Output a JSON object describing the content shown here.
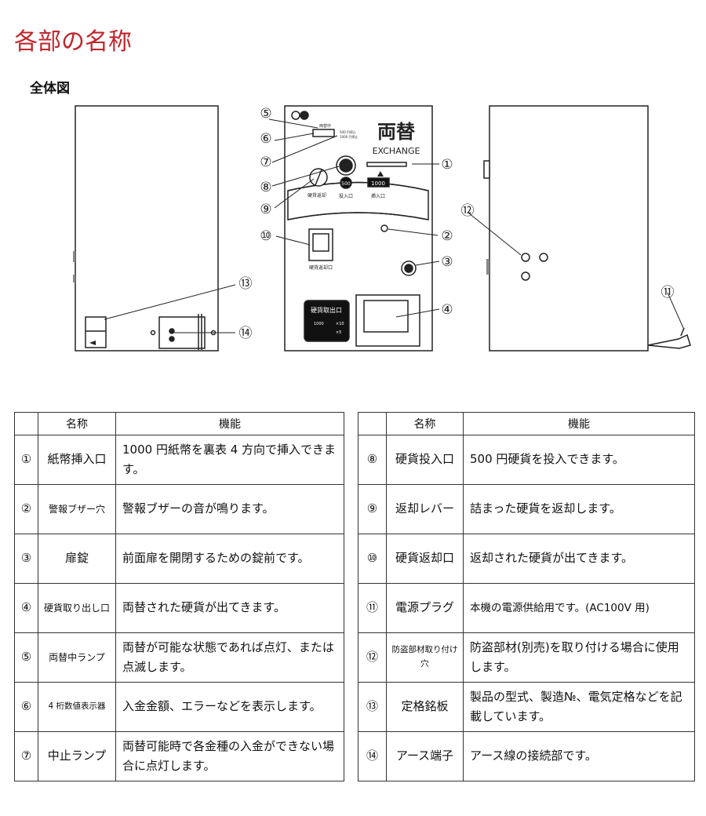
{
  "header": {
    "title": "各部の名称",
    "subtitle": "全体図"
  },
  "diagram": {
    "panel_title": "両替",
    "panel_subtitle": "EXCHANGE",
    "bill_label": "1000",
    "bill_slot_caption": "挿入口",
    "coin_label": "500",
    "coin_slot_caption": "投入口",
    "lever_caption": "硬貨返却",
    "return_caption": "硬貨返却口",
    "payout_title": "硬貨取出口",
    "payout_row1_from": "1000",
    "payout_row1_to": "×10",
    "payout_row2_to": "×5",
    "lamp_line1": "両替中",
    "lamp_line2": "500 円停止",
    "lamp_line3": "1000 円停止",
    "callouts": [
      "①",
      "②",
      "③",
      "④",
      "⑤",
      "⑥",
      "⑦",
      "⑧",
      "⑨",
      "⑩",
      "⑪",
      "⑫",
      "⑬",
      "⑭"
    ]
  },
  "table_headers": {
    "blank": "",
    "name": "名称",
    "function": "機能"
  },
  "table_left": [
    {
      "num": "①",
      "name": "紙幣挿入口",
      "func": "1000 円紙幣を裏表 4 方向で挿入できます。"
    },
    {
      "num": "②",
      "name": "警報ブザー穴",
      "func": "警報ブザーの音が鳴ります。"
    },
    {
      "num": "③",
      "name": "扉錠",
      "func": "前面扉を開閉するための錠前です。"
    },
    {
      "num": "④",
      "name": "硬貨取り出し口",
      "func": "両替された硬貨が出てきます。"
    },
    {
      "num": "⑤",
      "name": "両替中ランプ",
      "func": "両替が可能な状態であれば点灯、または点滅します。"
    },
    {
      "num": "⑥",
      "name": "4 桁数値表示器",
      "func": "入金金額、エラーなどを表示します。"
    },
    {
      "num": "⑦",
      "name": "中止ランプ",
      "func": "両替可能時で各金種の入金ができない場合に点灯します。"
    }
  ],
  "table_right": [
    {
      "num": "⑧",
      "name": "硬貨投入口",
      "func": "500 円硬貨を投入できます。"
    },
    {
      "num": "⑨",
      "name": "返却レバー",
      "func": "詰まった硬貨を返却します。"
    },
    {
      "num": "⑩",
      "name": "硬貨返却口",
      "func": "返却された硬貨が出てきます。"
    },
    {
      "num": "⑪",
      "name": "電源プラグ",
      "func": "本機の電源供給用です。(AC100V 用)"
    },
    {
      "num": "⑫",
      "name": "防盗部材取り付け穴",
      "func": "防盗部材(別売)を取り付ける場合に使用します。"
    },
    {
      "num": "⑬",
      "name": "定格銘板",
      "func": "製品の型式、製造№、電気定格などを記載しています。"
    },
    {
      "num": "⑭",
      "name": "アース端子",
      "func": "アース線の接続部です。"
    }
  ],
  "colors": {
    "title": "#c0262d",
    "panel_dark": "#111111",
    "line": "#222222"
  }
}
